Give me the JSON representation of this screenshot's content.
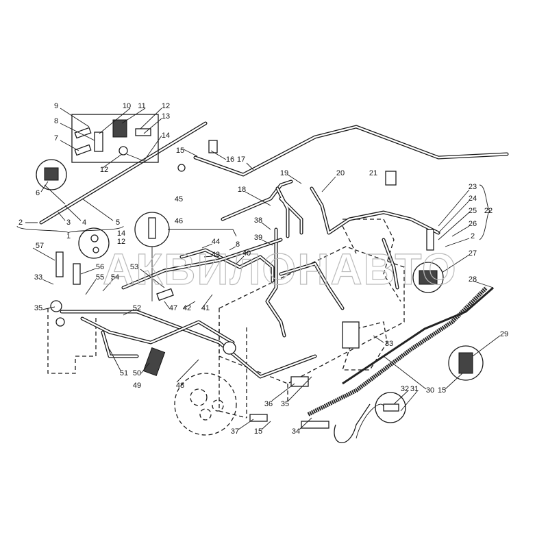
{
  "watermark": "АКВИЛОНАВТО",
  "callouts": [
    "9",
    "10",
    "11",
    "12",
    "13",
    "14",
    "8",
    "7",
    "12",
    "6",
    "2",
    "3",
    "4",
    "5",
    "1",
    "15",
    "16",
    "17",
    "18",
    "19",
    "20",
    "21",
    "23",
    "24",
    "25",
    "22",
    "26",
    "2",
    "27",
    "28",
    "29",
    "45",
    "46",
    "14",
    "12",
    "57",
    "56",
    "55",
    "54",
    "53",
    "44",
    "43",
    "8",
    "40",
    "38",
    "39",
    "33",
    "35",
    "52",
    "47",
    "42",
    "41",
    "51",
    "50",
    "49",
    "48",
    "33",
    "36",
    "35",
    "37",
    "15",
    "34",
    "32",
    "31",
    "30",
    "15"
  ]
}
